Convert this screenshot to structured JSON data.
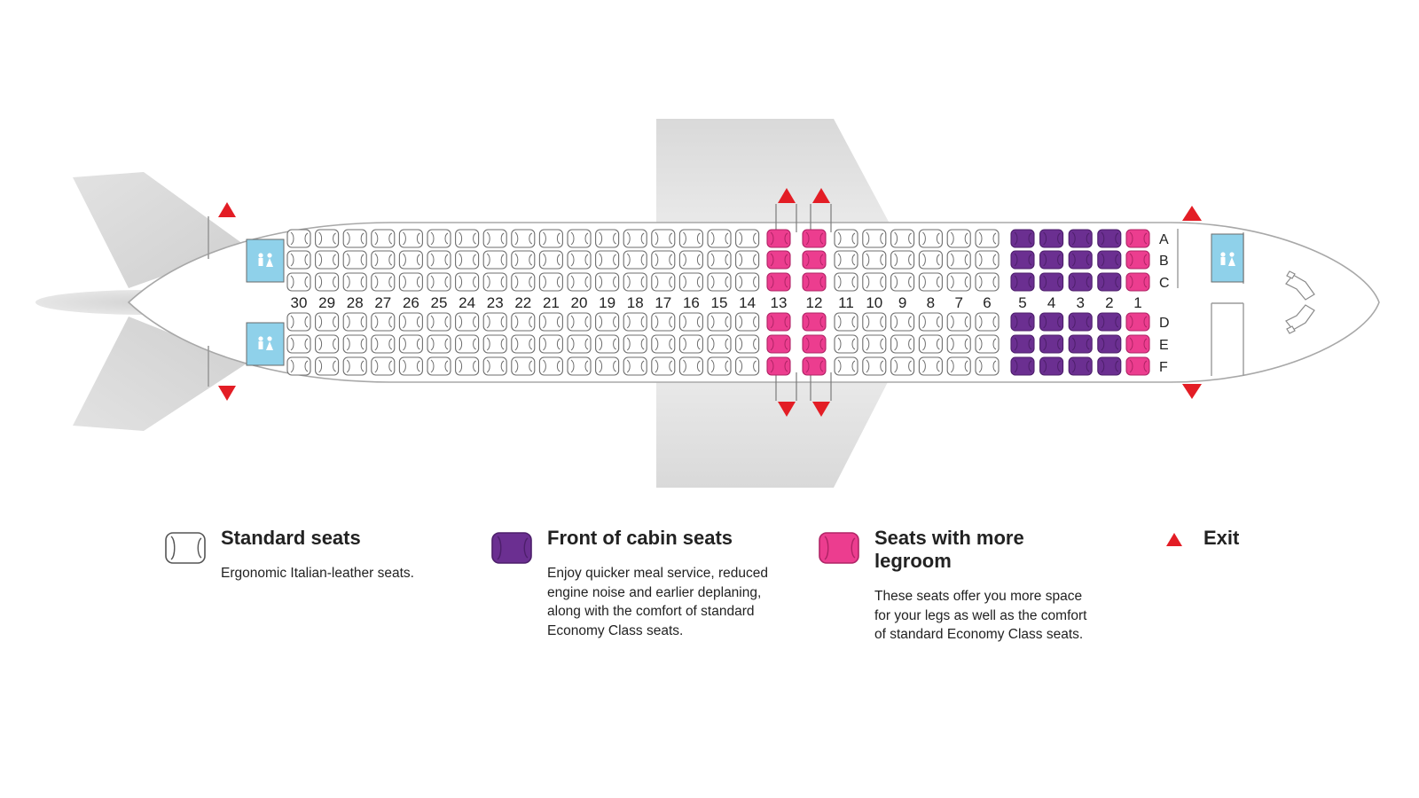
{
  "row_labels": [
    "30",
    "29",
    "28",
    "27",
    "26",
    "25",
    "24",
    "23",
    "22",
    "21",
    "20",
    "19",
    "18",
    "17",
    "16",
    "15",
    "14",
    "13",
    "12",
    "11",
    "10",
    "9",
    "8",
    "7",
    "6",
    "5",
    "4",
    "3",
    "2",
    "1"
  ],
  "seat_letters_upper": [
    "A",
    "B",
    "C"
  ],
  "seat_letters_lower": [
    "D",
    "E",
    "F"
  ],
  "seat_categories": {
    "front_of_cabin_rows": [
      "2",
      "3",
      "4",
      "5"
    ],
    "more_legroom_rows": [
      "1",
      "12",
      "13"
    ],
    "standard_rows": "6-11, 14-30"
  },
  "colors": {
    "standard_fill": "#ffffff",
    "standard_stroke": "#6d6d6d",
    "front_fill": "#6b2f91",
    "front_stroke": "#4d1f6b",
    "legroom_fill": "#ec3d8f",
    "legroom_stroke": "#b02466",
    "exit": "#e31d25",
    "lavatory": "#8fd1ea",
    "fuselage_stroke": "#a8a8a8",
    "wing": "#dcdcdc"
  },
  "icons": {
    "lavatory": "lavatory-icon",
    "exit": "exit-triangle-icon",
    "cockpit": "cockpit-seats-icon"
  },
  "legend": {
    "standard": {
      "title": "Standard seats",
      "description": [
        "Ergonomic Italian-leather seats."
      ]
    },
    "front": {
      "title": "Front of cabin seats",
      "description": [
        "Enjoy quicker meal service, reduced",
        "engine noise and earlier deplaning,",
        "along with the comfort of standard",
        "Economy Class seats."
      ]
    },
    "legroom": {
      "title": "Seats with more legroom",
      "description": [
        "These seats offer you more space",
        "for your legs as well as the comfort",
        "of standard Economy Class seats."
      ]
    },
    "exit": {
      "title": "Exit"
    }
  }
}
